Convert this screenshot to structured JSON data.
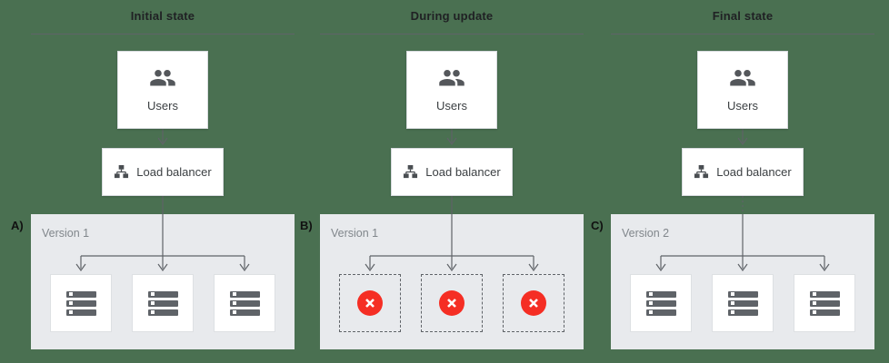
{
  "labels": {
    "users": "Users",
    "load_balancer": "Load balancer"
  },
  "columns": [
    {
      "header": "Initial state",
      "panel_label": "A)",
      "version": "Version 1",
      "node_type": "server-rack",
      "node_count": 3,
      "connector_to_panel": "solid"
    },
    {
      "header": "During update",
      "panel_label": "B)",
      "version": "Version 1",
      "node_type": "unavailable",
      "node_count": 3,
      "connector_to_panel": "solid"
    },
    {
      "header": "Final state",
      "panel_label": "C)",
      "version": "Version 2",
      "node_type": "server-rack",
      "node_count": 3,
      "connector_to_panel": "dotted"
    }
  ],
  "icons": {
    "users": "people-icon",
    "load_balancer": "network-hierarchy-icon",
    "server": "server-stack-icon",
    "unavailable": "error-x-icon"
  },
  "colors": {
    "background": "#4a7051",
    "panel": "#e8eaed",
    "node_box": "#ffffff",
    "arrow_and_icon_gray": "#5f6368",
    "heading_text": "#202124",
    "secondary_text": "#80868b",
    "error_red": "#f52e24"
  }
}
